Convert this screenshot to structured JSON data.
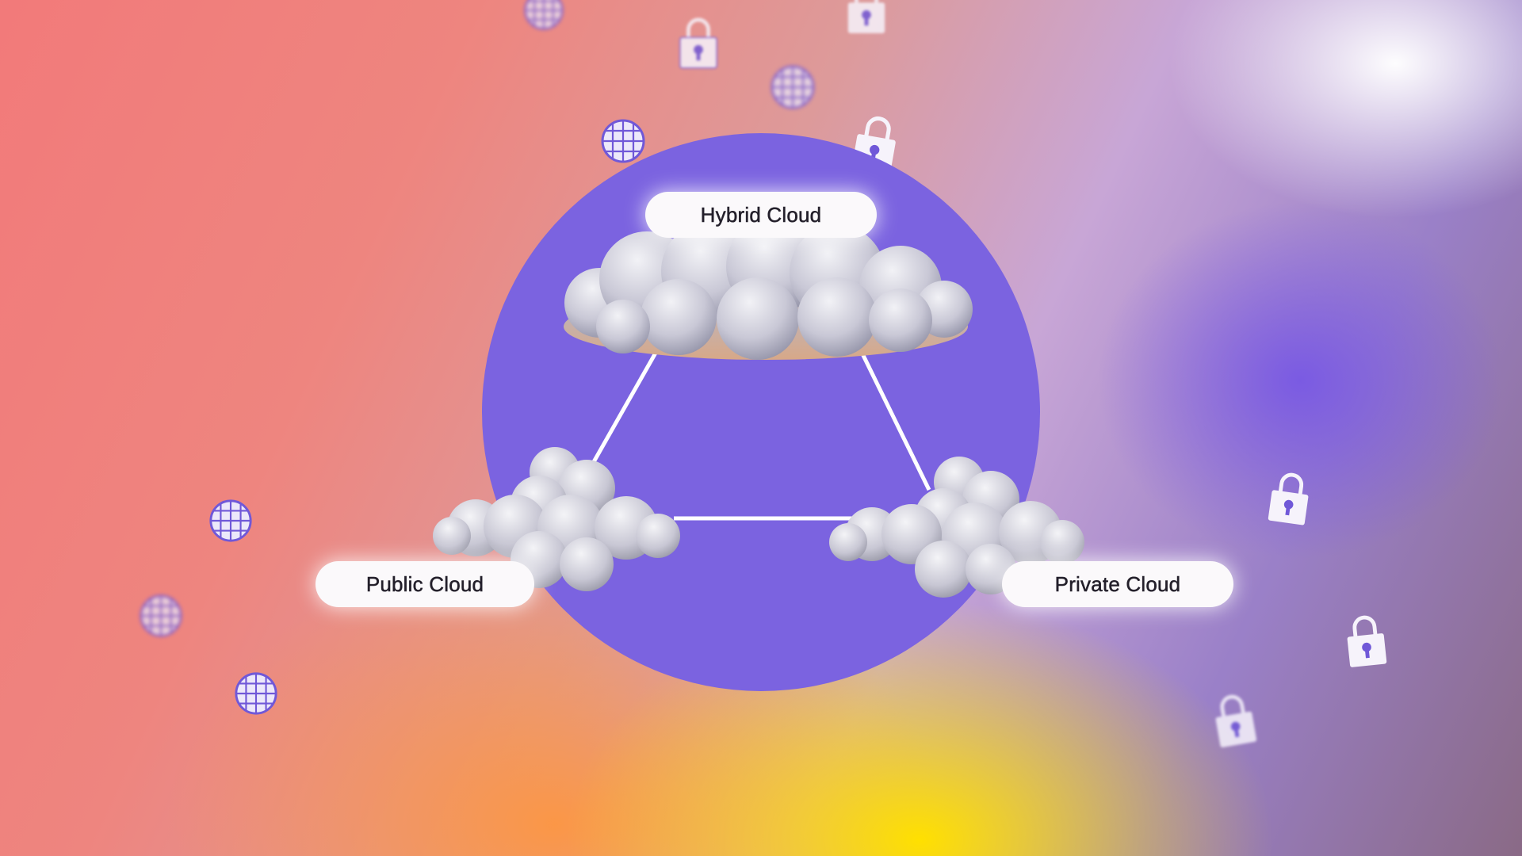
{
  "diagram": {
    "nodes": [
      {
        "id": "hybrid",
        "label": "Hybrid Cloud"
      },
      {
        "id": "public",
        "label": "Public Cloud"
      },
      {
        "id": "private",
        "label": "Private Cloud"
      }
    ],
    "edges": [
      [
        "hybrid",
        "public"
      ],
      [
        "hybrid",
        "private"
      ],
      [
        "public",
        "private"
      ]
    ]
  },
  "colors": {
    "circle": "#7b63e0",
    "pill": "#fbf9fb",
    "pill_text": "#231f2a",
    "icon_stroke": "#7058d8",
    "link": "#ffffff"
  },
  "icons": [
    "globe-icon",
    "lock-icon"
  ]
}
